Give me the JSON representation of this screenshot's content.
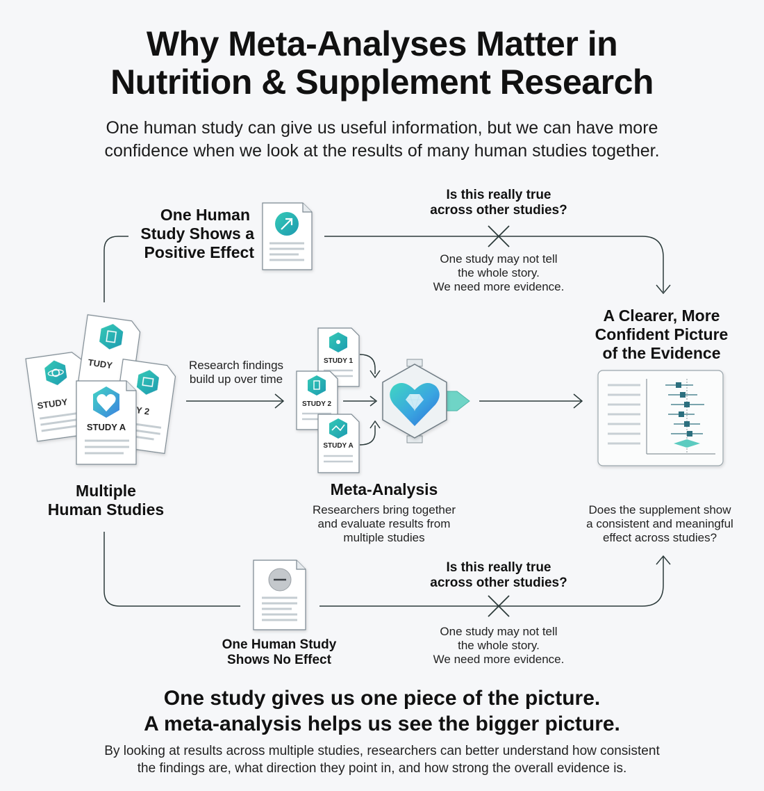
{
  "header": {
    "title_line1": "Why Meta-Analyses Matter in",
    "title_line2": "Nutrition & Supplement Research",
    "subtitle_line1": "One human study can give us useful information, but we can have more",
    "subtitle_line2": "confidence when we look at the results of many human studies together."
  },
  "top_study": {
    "label_line1": "One Human",
    "label_line2": "Study Shows a",
    "label_line3": "Positive Effect"
  },
  "top_question": {
    "line1": "Is this really true",
    "line2": "across other studies?",
    "note_line1": "One study may not tell",
    "note_line2": "the whole story.",
    "note_line3": "We need more evidence."
  },
  "multiple_studies": {
    "label_line1": "Multiple",
    "label_line2": "Human Studies",
    "doc_labels": [
      "STUDY A",
      "UDY 2",
      "TUDY",
      "STUDY"
    ]
  },
  "flow_note": {
    "line1": "Research findings",
    "line2": "build up over time"
  },
  "meta_analysis": {
    "label": "Meta-Analysis",
    "desc_line1": "Researchers bring together",
    "desc_line2": "and evaluate results from",
    "desc_line3": "multiple studies",
    "stack_labels": [
      "STUDY 1",
      "STUDY 2",
      "STUDY A"
    ]
  },
  "result": {
    "label_line1": "A Clearer, More",
    "label_line2": "Confident Picture",
    "label_line3": "of the Evidence",
    "question_line1": "Does the supplement show",
    "question_line2": "a consistent and meaningful",
    "question_line3": "effect across studies?"
  },
  "bottom_study": {
    "label_line1": "One Human Study",
    "label_line2": "Shows No Effect"
  },
  "bottom_question": {
    "line1": "Is this really true",
    "line2": "across other studies?",
    "note_line1": "One study may not tell",
    "note_line2": "the whole story.",
    "note_line3": "We need more evidence."
  },
  "footer": {
    "headline_line1": "One study gives us one piece of the picture.",
    "headline_line2": "A meta-analysis helps us see the bigger picture.",
    "body_line1": "By looking at results across multiple studies, researchers can better understand how consistent",
    "body_line2": "the findings are, what direction they point in, and how strong the overall evidence is."
  },
  "colors": {
    "teal": "#1fb5a8",
    "blue": "#2f7fd8",
    "line": "#2b3a3a",
    "forest_marker": "#2c6f7e",
    "forest_diamond": "#5ccbc0",
    "neutral_gray": "#9aa0a6"
  }
}
